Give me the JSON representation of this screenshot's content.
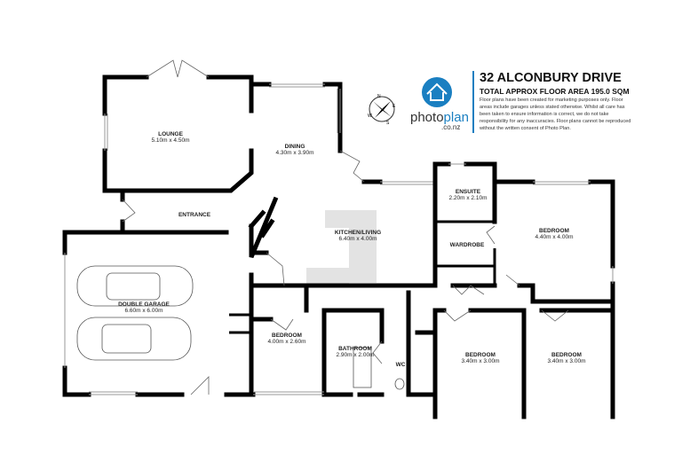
{
  "header": {
    "address": "32 ALCONBURY DRIVE",
    "floor_area": "TOTAL APPROX FLOOR AREA 195.0 SQM",
    "disclaimer": "Floor plans have been created for marketing purposes only. Floor areas include garages unless stated otherwise. Whilst all care has been taken to ensure information is correct, we do not take responsibility for any inaccuracies. Floor plans cannot be reproduced without the written consent of Photo Plan."
  },
  "brand": {
    "logo_text_a": "photo",
    "logo_text_b": "plan",
    "domain": ".co.nz",
    "color": "#1a7fc1"
  },
  "compass": {
    "labels": [
      "N",
      "E",
      "S",
      "W"
    ]
  },
  "rooms": [
    {
      "name": "LOUNGE",
      "size": "5.10m  x 4.50m"
    },
    {
      "name": "DINING",
      "size": "4.30m  x 3.90m"
    },
    {
      "name": "ENTRANCE",
      "size": ""
    },
    {
      "name": "KITCHEN/LIVING",
      "size": "6.40m  x 4.00m"
    },
    {
      "name": "ENSUITE",
      "size": "2.20m  x 2.10m"
    },
    {
      "name": "WARDROBE",
      "size": ""
    },
    {
      "name": "BEDROOM",
      "size": "4.40m  x 4.00m"
    },
    {
      "name": "DOUBLE GARAGE",
      "size": "6.60m  x 6.00m"
    },
    {
      "name": "BEDROOM",
      "size": "4.00m  x 2.60m"
    },
    {
      "name": "BATHROOM",
      "size": "2.90m  x 2.00m"
    },
    {
      "name": "WC",
      "size": ""
    },
    {
      "name": "BEDROOM",
      "size": "3.40m  x 3.00m"
    },
    {
      "name": "BEDROOM",
      "size": "3.40m  x 3.00m"
    }
  ]
}
